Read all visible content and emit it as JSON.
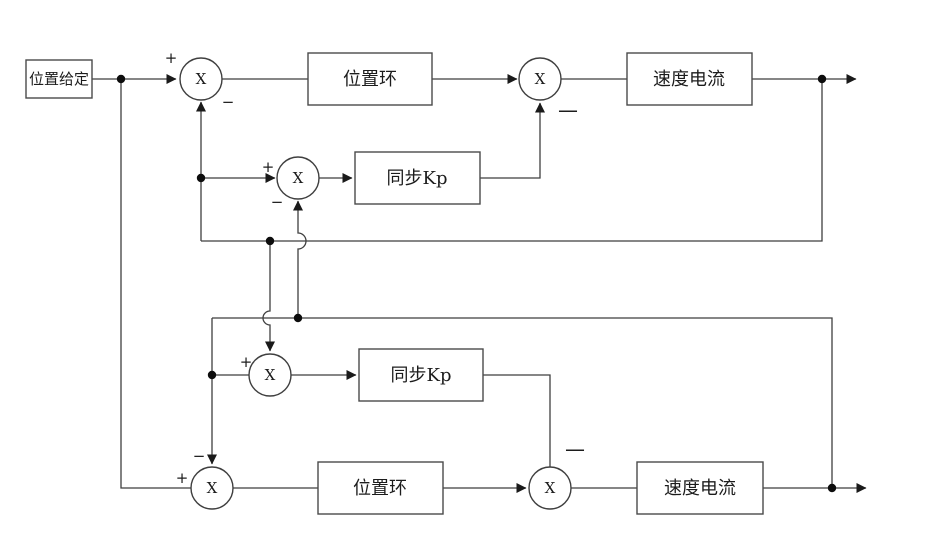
{
  "blocks": {
    "position_setpoint": "位置给定",
    "position_loop_top": "位置环",
    "speed_current_top": "速度电流",
    "sync_kp_top": "同步Kp",
    "sync_kp_bottom": "同步Kp",
    "position_loop_bottom": "位置环",
    "speed_current_bottom": "速度电流"
  },
  "junctions": {
    "j1": "X",
    "j2": "X",
    "j3": "X",
    "j4": "X",
    "j5": "X",
    "j6": "X"
  },
  "signs": {
    "j1_plus": "+",
    "j1_minus": "−",
    "j2_minus": "—",
    "j3_plus": "+",
    "j3_minus": "−",
    "j4_plus": "+",
    "j5_plus": "+",
    "j5_minus": "−",
    "j6_minus": "—"
  },
  "colors": {
    "wire": "#3f3f3f",
    "text": "#1c1c1c",
    "dot": "#0d0d0d",
    "background": "#ffffff"
  }
}
